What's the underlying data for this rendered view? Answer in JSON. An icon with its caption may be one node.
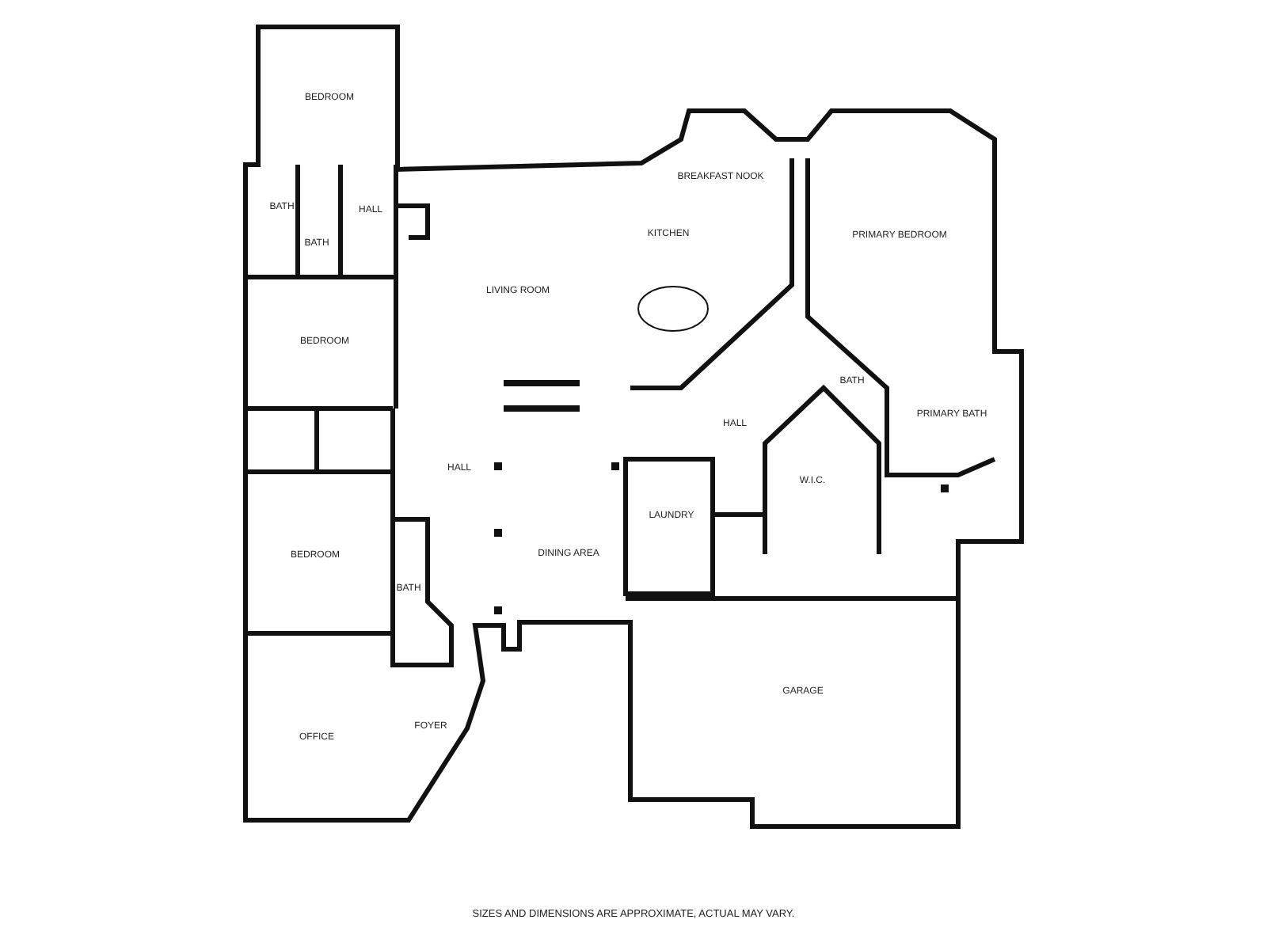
{
  "diagram": {
    "caption": "SIZES AND DIMENSIONS ARE APPROXIMATE, ACTUAL MAY VARY.",
    "labels": [
      "BEDROOM",
      "BREAKFAST NOOK",
      "BATH",
      "HALL",
      "KITCHEN",
      "PRIMARY BEDROOM",
      "BATH",
      "LIVING ROOM",
      "BEDROOM",
      "BATH",
      "PRIMARY BATH",
      "HALL",
      "HALL",
      "W.I.C.",
      "LAUNDRY",
      "DINING AREA",
      "BEDROOM",
      "BATH",
      "GARAGE",
      "FOYER",
      "OFFICE"
    ]
  }
}
